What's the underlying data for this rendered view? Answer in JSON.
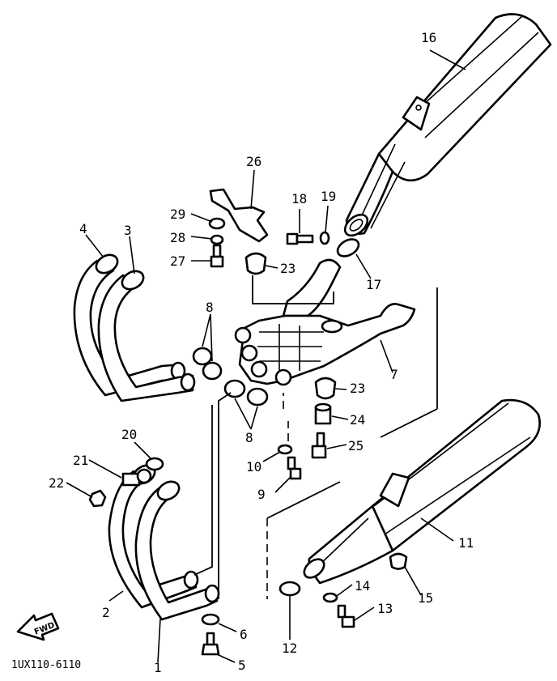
{
  "diagram": {
    "part_code": "1UX110-6110",
    "direction_label": "FWD",
    "callouts": [
      "1",
      "2",
      "3",
      "4",
      "5",
      "6",
      "7",
      "8",
      "8",
      "9",
      "10",
      "11",
      "12",
      "13",
      "14",
      "15",
      "16",
      "17",
      "18",
      "19",
      "20",
      "21",
      "22",
      "23",
      "23",
      "24",
      "25",
      "26",
      "27",
      "28",
      "29"
    ]
  }
}
